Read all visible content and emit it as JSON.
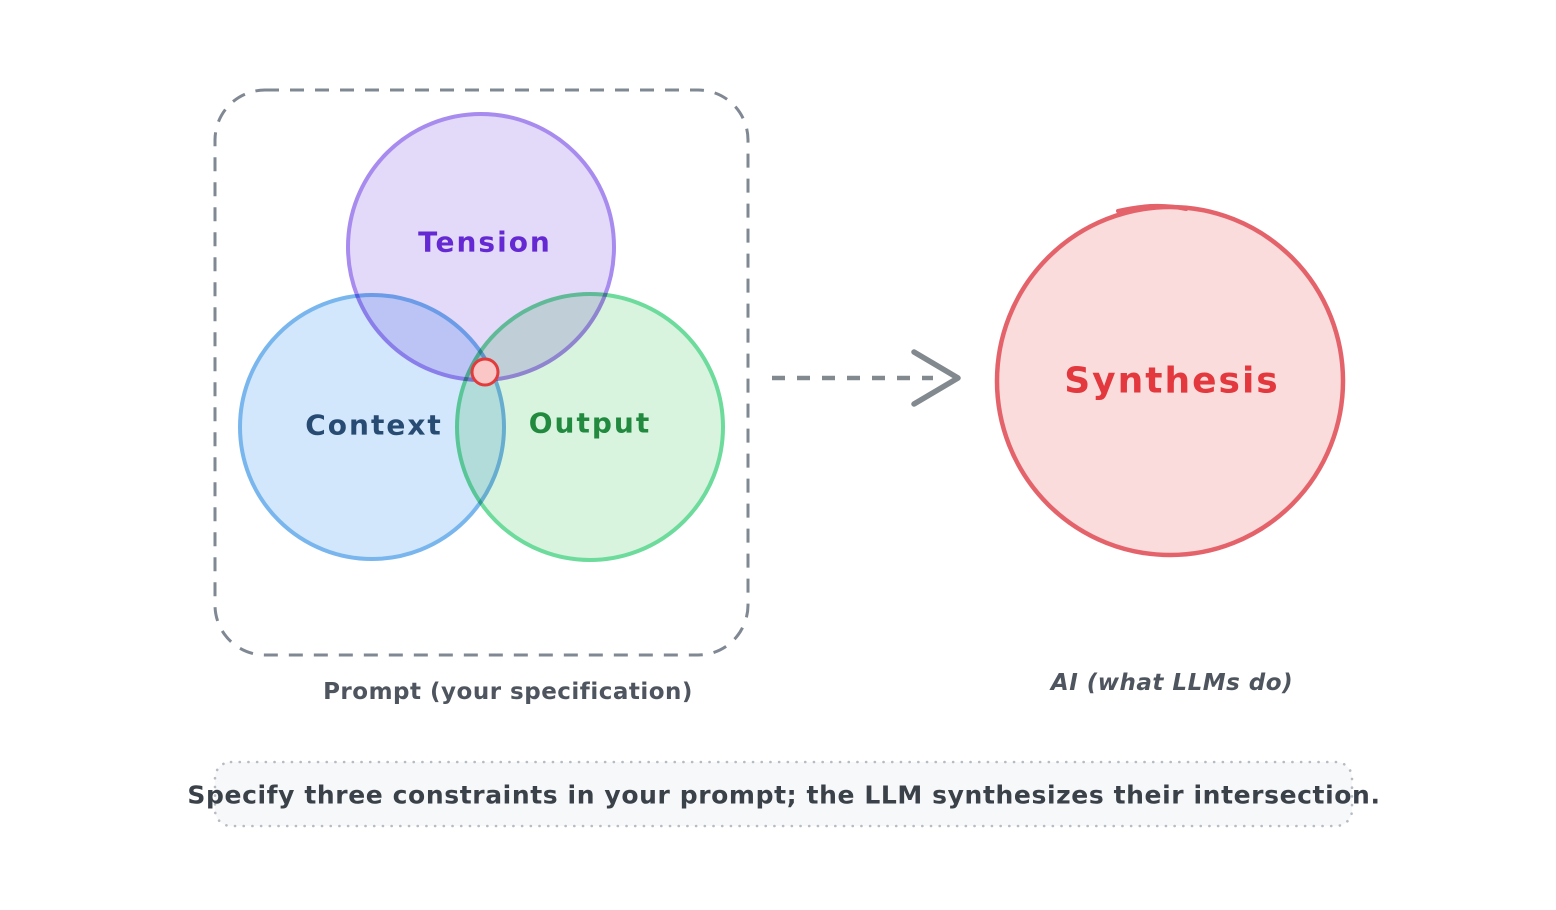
{
  "diagram": {
    "prompt_group": {
      "caption": "Prompt (your specification)",
      "box_stroke": "#7f8893",
      "circles": [
        {
          "label": "Tension",
          "fill": "#e3d9f8",
          "stroke": "#a88bee",
          "label_color": "#6429d3"
        },
        {
          "label": "Context",
          "fill": "#d2e7fb",
          "stroke": "#79b6ee",
          "label_color": "#274b72"
        },
        {
          "label": "Output",
          "fill": "#d8f3de",
          "stroke": "#6cdb9b",
          "label_color": "#218a3f"
        }
      ],
      "intersection_dot": {
        "fill": "#fbc6c6",
        "stroke": "#e23b3b"
      }
    },
    "arrow": {
      "color": "#82898f"
    },
    "ai_group": {
      "caption": "AI (what LLMs do)",
      "circle": {
        "label": "Synthesis",
        "fill": "#fbdcdc",
        "stroke": "#e4636b",
        "label_color": "#e2383e"
      }
    },
    "note": {
      "text": "Specify three constraints in your prompt; the LLM synthesizes their intersection.",
      "bg": "#f7f8fa",
      "border": "#b6bcc3",
      "text_color": "#3a4149"
    },
    "caption_color": "#4e555e"
  }
}
